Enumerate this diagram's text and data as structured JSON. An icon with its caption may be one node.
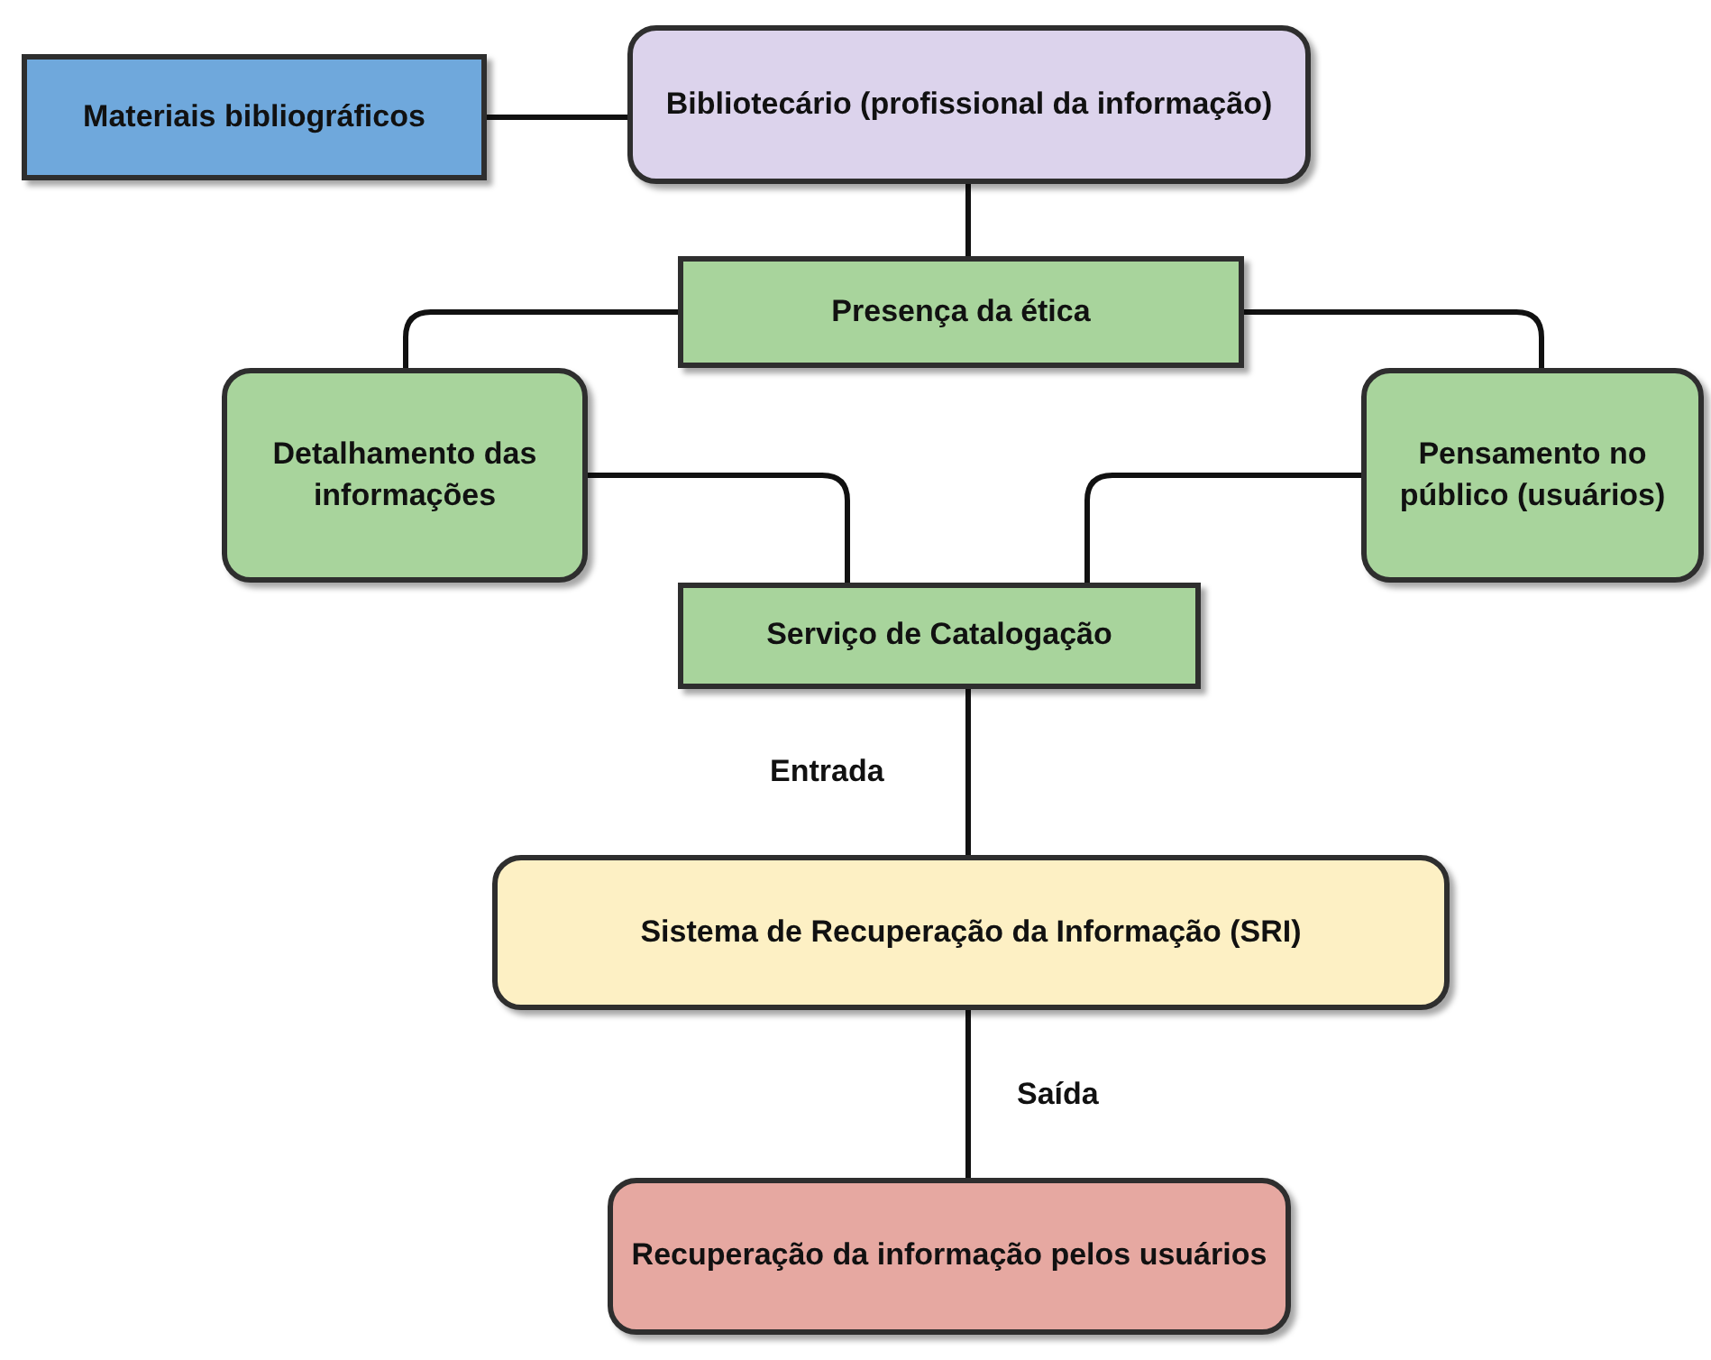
{
  "diagram": {
    "nodes": [
      {
        "text": [
          "Materiais bibliográficos"
        ]
      },
      {
        "text": [
          "Bibliotecário (profissional da informação)"
        ]
      },
      {
        "text": [
          "Presença da ética"
        ]
      },
      {
        "text": [
          "Detalhamento das informações"
        ]
      },
      {
        "text": [
          "Pensamento no público (usuários)"
        ]
      },
      {
        "text": [
          "Serviço de Catalogação"
        ]
      },
      {
        "text": [
          "Sistema de Recuperação da Informação (SRI)"
        ]
      },
      {
        "text": [
          "Recuperação da informação pelos usuários"
        ]
      }
    ],
    "edges": [
      {
        "from": 0,
        "to": 1,
        "arrow": "none"
      },
      {
        "from": 1,
        "to": 2,
        "arrow": "none"
      },
      {
        "from": 2,
        "to": 3,
        "arrow": "none"
      },
      {
        "from": 2,
        "to": 4,
        "arrow": "none"
      },
      {
        "from": 3,
        "to": 5,
        "arrow": "none"
      },
      {
        "from": 4,
        "to": 5,
        "arrow": "none"
      },
      {
        "from": 5,
        "to": 6,
        "arrow": "none",
        "label": "Entrada"
      },
      {
        "from": 6,
        "to": 7,
        "arrow": "none",
        "label": "Saída"
      }
    ]
  }
}
